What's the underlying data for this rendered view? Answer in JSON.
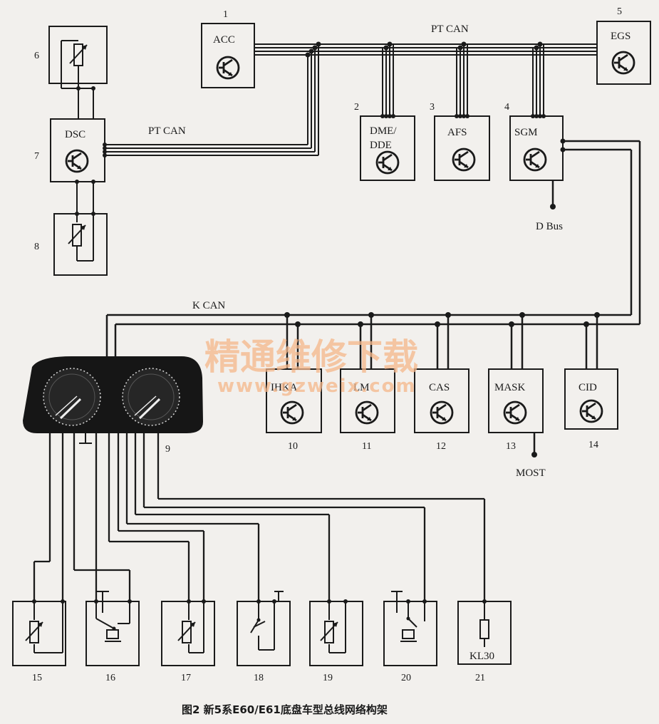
{
  "bus_labels": {
    "pt_can_top": "PT CAN",
    "pt_can_left": "PT CAN",
    "k_can": "K CAN",
    "d_bus": "D Bus",
    "most": "MOST"
  },
  "modules": {
    "acc": {
      "num": "1",
      "name": "ACC"
    },
    "dme": {
      "num": "2",
      "name1": "DME/",
      "name2": "DDE"
    },
    "afs": {
      "num": "3",
      "name": "AFS"
    },
    "sgm": {
      "num": "4",
      "name": "SGM"
    },
    "egs": {
      "num": "5",
      "name": "EGS"
    },
    "sensor6": {
      "num": "6"
    },
    "dsc": {
      "num": "7",
      "name": "DSC"
    },
    "sensor8": {
      "num": "8"
    },
    "cluster": {
      "num": "9"
    },
    "ihka": {
      "num": "10",
      "name": "IHKA"
    },
    "lm": {
      "num": "11",
      "name": "LM"
    },
    "cas": {
      "num": "12",
      "name": "CAS"
    },
    "mask": {
      "num": "13",
      "name": "MASK"
    },
    "cid": {
      "num": "14",
      "name": "CID"
    }
  },
  "bottom_components": {
    "c15": {
      "num": "15"
    },
    "c16": {
      "num": "16"
    },
    "c17": {
      "num": "17"
    },
    "c18": {
      "num": "18"
    },
    "c19": {
      "num": "19"
    },
    "c20": {
      "num": "20"
    },
    "c21": {
      "num": "21",
      "name": "KL30"
    }
  },
  "watermark": {
    "line1": "精通维修下载",
    "line2": "www.gzweix.com"
  },
  "caption": "图2 新5系E60/E61底盘车型总线网络构架",
  "colors": {
    "ink": "#1a1a1a",
    "paper": "#f2f0ed",
    "watermark": "#f5b78a"
  }
}
